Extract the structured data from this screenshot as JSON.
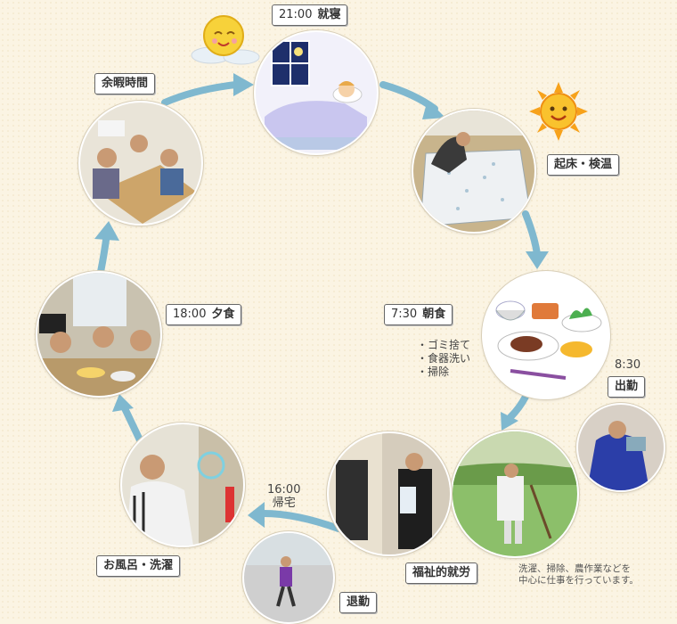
{
  "schedule": [
    {
      "id": "sleep",
      "time": "21:00",
      "title": "就寝"
    },
    {
      "id": "wakeup",
      "time": "",
      "title": "起床・検温"
    },
    {
      "id": "breakfast",
      "time": "7:30",
      "title": "朝食",
      "notes": [
        "・ゴミ捨て",
        "・食器洗い",
        "・掃除"
      ]
    },
    {
      "id": "commute",
      "time": "8:30",
      "title": "出勤"
    },
    {
      "id": "work",
      "time": "",
      "title": "福祉的就労",
      "note_lines": [
        "洗濯、掃除、農作業などを",
        "中心に仕事を行っています。"
      ]
    },
    {
      "id": "leave",
      "time": "",
      "title": "退勤"
    },
    {
      "id": "return",
      "time": "16:00",
      "title": "帰宅"
    },
    {
      "id": "bath",
      "time": "",
      "title": "お風呂・洗濯"
    },
    {
      "id": "dinner",
      "time": "18:00",
      "title": "夕食"
    },
    {
      "id": "free",
      "time": "",
      "title": "余暇時間"
    }
  ],
  "colors": {
    "arrow": "#7fb8cf",
    "background": "#fbf4e3",
    "sun": "#f7a21b",
    "moon": "#f7d23a"
  },
  "icons": [
    "sun-icon",
    "moon-icon"
  ]
}
